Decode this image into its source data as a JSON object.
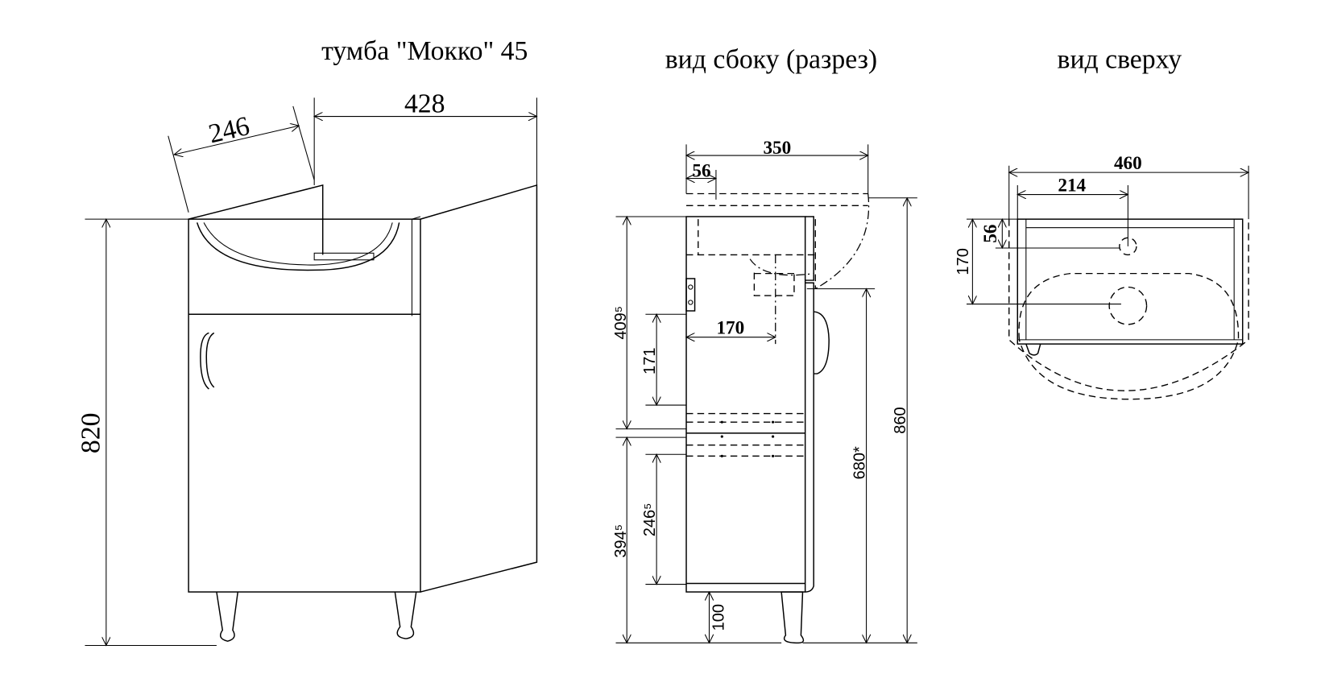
{
  "titles": {
    "main": "тумба \"Мокко\" 45",
    "side": "вид сбоку (разрез)",
    "top": "вид сверху"
  },
  "iso_view": {
    "height": "820",
    "width": "428",
    "depth": "246"
  },
  "side_view": {
    "depth": "350",
    "offset": "56",
    "drain": "170",
    "upper": "409⁵",
    "lower": "394⁵",
    "shelf_upper": "171",
    "shelf_lower": "246⁵",
    "legs": "100",
    "outlet": "680*",
    "total": "860"
  },
  "top_view": {
    "width": "460",
    "tap_offset": "214",
    "tap_depth": "56",
    "drain_depth": "170"
  }
}
